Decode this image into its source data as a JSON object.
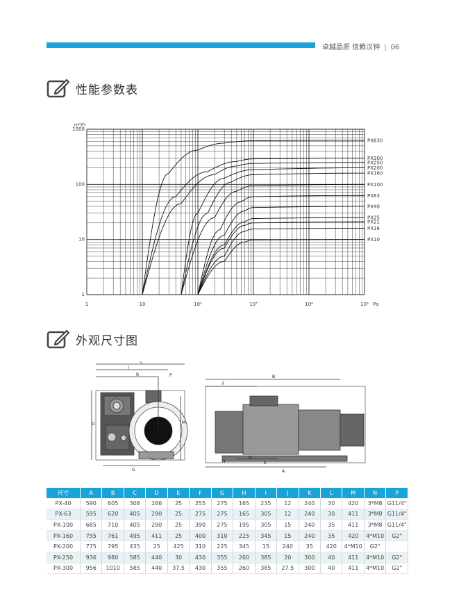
{
  "header": {
    "slogan": "卓越品质 信赖汉钟",
    "page_number": "06",
    "accent_color": "#1aa3d9"
  },
  "section1": {
    "title": "性能参数表",
    "icon": "edit-icon"
  },
  "section2": {
    "title": "外观尺寸图",
    "icon": "edit-icon"
  },
  "chart_data": {
    "type": "line",
    "title": "",
    "xlabel": "Pa",
    "ylabel": "m³/h",
    "x_scale": "log",
    "y_scale": "log",
    "xlim": [
      1,
      100000
    ],
    "ylim": [
      1,
      1000
    ],
    "grid": true,
    "x_ticks": [
      "1",
      "10",
      "10²",
      "10³",
      "10⁴",
      "10⁵"
    ],
    "y_ticks": [
      "1000",
      "100",
      "10",
      "1"
    ],
    "series": [
      {
        "name": "PX630",
        "values": [
          [
            10,
            1
          ],
          [
            30,
            160
          ],
          [
            100,
            420
          ],
          [
            300,
            560
          ],
          [
            1000,
            620
          ],
          [
            100000,
            630
          ]
        ]
      },
      {
        "name": "PX300",
        "values": [
          [
            10,
            1
          ],
          [
            40,
            60
          ],
          [
            150,
            170
          ],
          [
            500,
            260
          ],
          [
            1000,
            290
          ],
          [
            100000,
            300
          ]
        ]
      },
      {
        "name": "PX250",
        "values": [
          [
            10,
            1
          ],
          [
            50,
            45
          ],
          [
            200,
            150
          ],
          [
            500,
            215
          ],
          [
            1000,
            240
          ],
          [
            100000,
            250
          ]
        ]
      },
      {
        "name": "PX200",
        "values": [
          [
            50,
            1
          ],
          [
            100,
            30
          ],
          [
            300,
            130
          ],
          [
            1000,
            185
          ],
          [
            100000,
            200
          ]
        ]
      },
      {
        "name": "PX160",
        "values": [
          [
            50,
            1
          ],
          [
            150,
            30
          ],
          [
            400,
            110
          ],
          [
            1000,
            150
          ],
          [
            100000,
            160
          ]
        ]
      },
      {
        "name": "PX100",
        "values": [
          [
            50,
            1
          ],
          [
            200,
            25
          ],
          [
            500,
            75
          ],
          [
            1000,
            95
          ],
          [
            100000,
            100
          ]
        ]
      },
      {
        "name": "PX63",
        "values": [
          [
            100,
            1
          ],
          [
            250,
            15
          ],
          [
            600,
            48
          ],
          [
            1000,
            60
          ],
          [
            100000,
            63
          ]
        ]
      },
      {
        "name": "PX40",
        "values": [
          [
            100,
            1
          ],
          [
            300,
            12
          ],
          [
            700,
            33
          ],
          [
            1000,
            38
          ],
          [
            100000,
            40
          ]
        ]
      },
      {
        "name": "PX25",
        "values": [
          [
            100,
            1
          ],
          [
            300,
            8
          ],
          [
            700,
            21
          ],
          [
            1000,
            24
          ],
          [
            100000,
            25
          ]
        ]
      },
      {
        "name": "PX21",
        "values": [
          [
            100,
            1
          ],
          [
            300,
            7
          ],
          [
            700,
            18
          ],
          [
            1000,
            20
          ],
          [
            100000,
            21
          ]
        ]
      },
      {
        "name": "PX16",
        "values": [
          [
            100,
            1
          ],
          [
            300,
            5
          ],
          [
            700,
            14
          ],
          [
            1000,
            15.5
          ],
          [
            100000,
            16
          ]
        ]
      },
      {
        "name": "PX10",
        "values": [
          [
            100,
            1
          ],
          [
            300,
            4
          ],
          [
            700,
            9
          ],
          [
            1000,
            9.8
          ],
          [
            100000,
            10
          ]
        ]
      }
    ]
  },
  "dimension_labels": [
    "C",
    "I",
    "R",
    "P",
    "D",
    "M",
    "G",
    "B",
    "F",
    "H",
    "N",
    "K",
    "A"
  ],
  "table": {
    "headers": [
      "尺寸",
      "A",
      "B",
      "C",
      "D",
      "E",
      "F",
      "G",
      "H",
      "I",
      "J",
      "K",
      "L",
      "M",
      "N",
      "P"
    ],
    "rows": [
      [
        "PX-40",
        "590",
        "605",
        "308",
        "266",
        "25",
        "255",
        "275",
        "165",
        "235",
        "12",
        "240",
        "30",
        "420",
        "3*M8",
        "G11/4\""
      ],
      [
        "PX-63",
        "595",
        "620",
        "405",
        "290",
        "25",
        "275",
        "275",
        "165",
        "305",
        "12",
        "240",
        "30",
        "411",
        "3*M8",
        "G11/4\""
      ],
      [
        "PX-100",
        "685",
        "710",
        "405",
        "290",
        "25",
        "390",
        "275",
        "195",
        "305",
        "15",
        "240",
        "35",
        "411",
        "3*M8",
        "G11/4\""
      ],
      [
        "PX-160",
        "755",
        "761",
        "495",
        "411",
        "25",
        "400",
        "310",
        "225",
        "345",
        "15",
        "240",
        "35",
        "420",
        "4*M10",
        "G2\""
      ],
      [
        "PX-200",
        "775",
        "795",
        "435",
        "25",
        "425",
        "310",
        "225",
        "345",
        "15",
        "240",
        "35",
        "420",
        "4*M10",
        "G2\"",
        ""
      ],
      [
        "PX-250",
        "936",
        "980",
        "585",
        "440",
        "30",
        "430",
        "355",
        "260",
        "385",
        "20",
        "300",
        "40",
        "411",
        "4*M10",
        "G2\""
      ],
      [
        "PX-300",
        "956",
        "1010",
        "585",
        "440",
        "37.5",
        "430",
        "355",
        "260",
        "385",
        "27.5",
        "300",
        "40",
        "411",
        "4*M10",
        "G2\""
      ]
    ]
  }
}
